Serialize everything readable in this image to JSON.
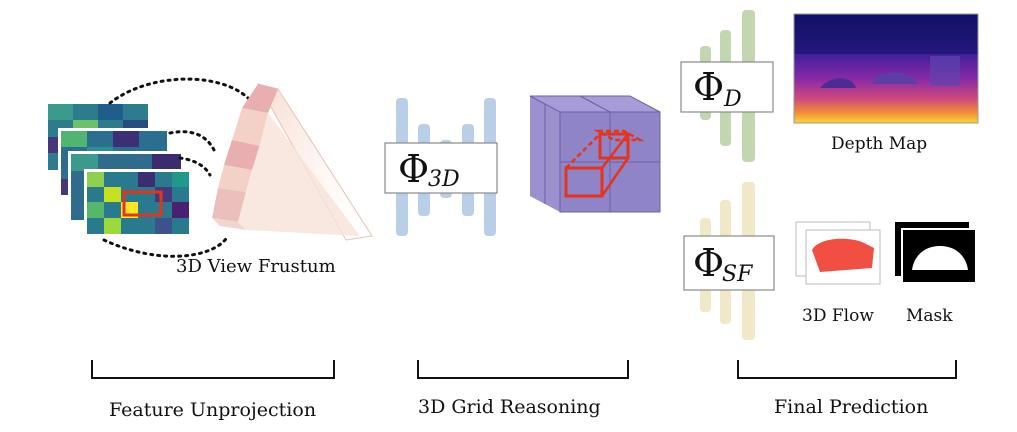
{
  "labels": {
    "view_frustum": "3D View Frustum",
    "depth_map": "Depth Map",
    "flow": "3D Flow",
    "mask": "Mask"
  },
  "sections": {
    "feature_unprojection": "Feature Unprojection",
    "grid_reasoning": "3D Grid Reasoning",
    "final_prediction": "Final Prediction"
  },
  "networks": {
    "phi_3d": {
      "symbol": "Φ",
      "subscript": "3D"
    },
    "phi_d": {
      "symbol": "Φ",
      "subscript": "D"
    },
    "phi_sf": {
      "symbol": "Φ",
      "subscript": "SF"
    }
  },
  "colors": {
    "phi_3d_bars": "#b9cfe8",
    "phi_d_bars": "#c2d7b0",
    "phi_sf_bars": "#f1e8c8",
    "voxel_cube": "#8f84c6",
    "frustum": "#f5d3c8",
    "highlight": "#e5341c"
  }
}
